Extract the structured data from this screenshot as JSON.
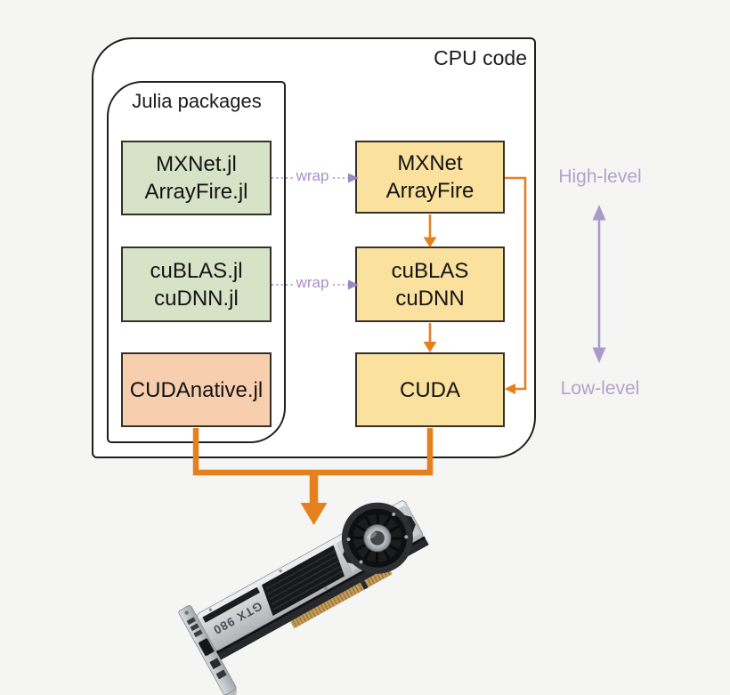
{
  "frames": {
    "cpu_code_label": "CPU code",
    "julia_packages_label": "Julia packages"
  },
  "julia_column": [
    {
      "line1": "MXNet.jl",
      "line2": "ArrayFire.jl"
    },
    {
      "line1": "cuBLAS.jl",
      "line2": "cuDNN.jl"
    },
    {
      "line1": "CUDAnative.jl",
      "line2": ""
    }
  ],
  "library_column": [
    {
      "line1": "MXNet",
      "line2": "ArrayFire"
    },
    {
      "line1": "cuBLAS",
      "line2": "cuDNN"
    },
    {
      "line1": "CUDA",
      "line2": ""
    }
  ],
  "wrap_arrows": [
    {
      "label": "wrap"
    },
    {
      "label": "wrap"
    }
  ],
  "level_scale": {
    "high_label": "High-level",
    "low_label": "Low-level"
  },
  "gpu_card": {
    "model_label": "GTX 980"
  },
  "colors": {
    "background": "#f5f5f4",
    "frame_fill": "#ffffff",
    "frame_border": "#1f1f1f",
    "green_fill": "#d7e3c6",
    "yellow_fill": "#fbe19e",
    "salmon_fill": "#f8cfae",
    "orange_accent": "#e5801f",
    "purple_accent": "#a99ac8"
  }
}
